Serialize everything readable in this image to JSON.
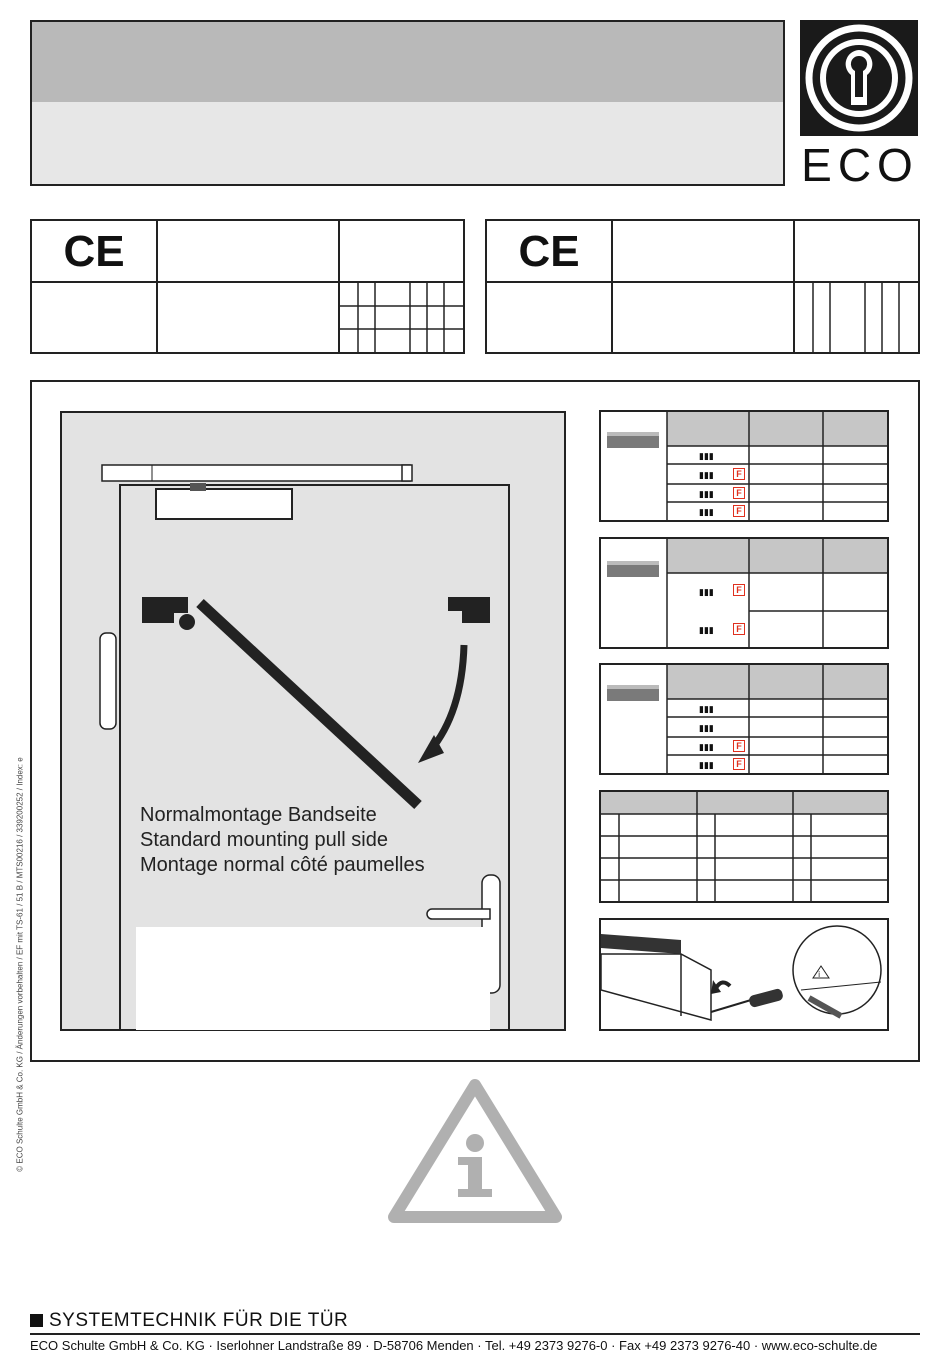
{
  "logo": {
    "text": "ECO"
  },
  "ce_left": {
    "mark": "CE"
  },
  "ce_right": {
    "mark": "CE"
  },
  "main": {
    "mounting_text": [
      "Normalmontage Bandseite",
      "Standard mounting pull side",
      "Montage normal côté paumelles"
    ],
    "fire_badge": "F"
  },
  "side_note": "© ECO Schulte GmbH & Co. KG / Änderungen vorbehalten / EF mit TS-61 / 51 B / MTS00216 / 339200252 / Index: e",
  "footer": {
    "title": "SYSTEMTECHNIK FÜR DIE TÜR",
    "address": "ECO Schulte GmbH & Co. KG · Iserlohner Landstraße 89 · D-58706 Menden · Tel. +49 2373 9276-0 · Fax +49 2373 9276-40 · www.eco-schulte.de"
  },
  "colors": {
    "fire_badge": "#e0301e",
    "header_gray": "#b9b9b9",
    "panel_gray": "#e3e3e3"
  }
}
